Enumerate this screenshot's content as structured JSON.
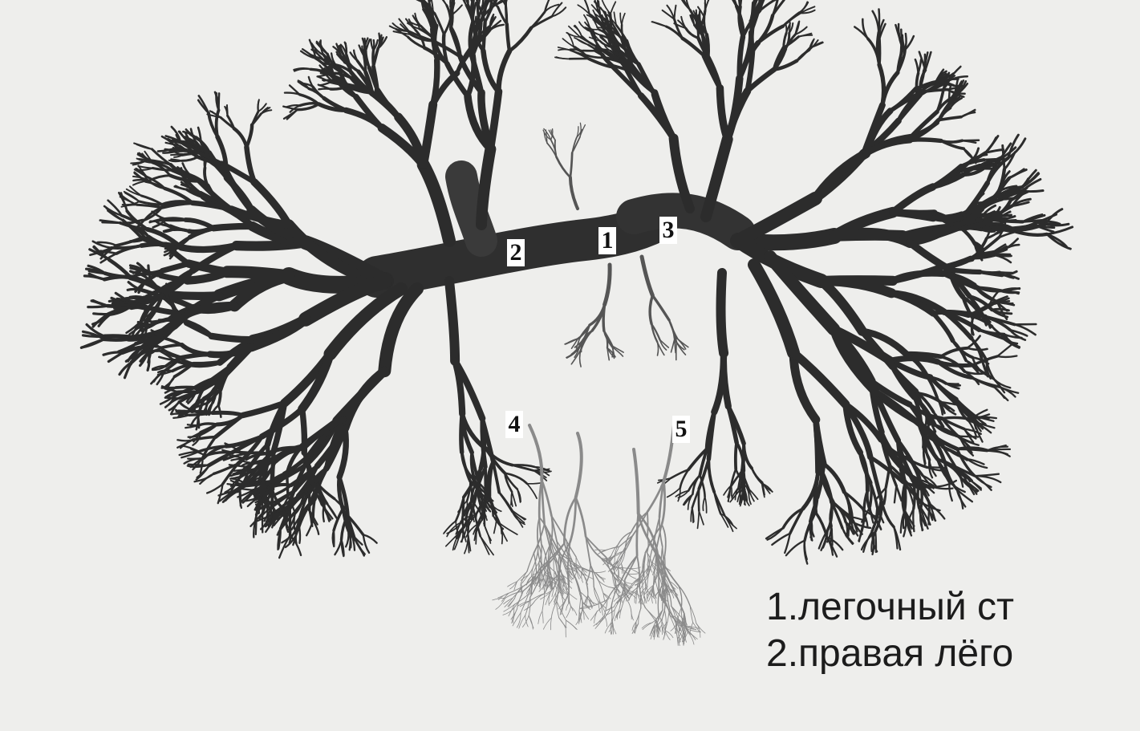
{
  "image": {
    "background": "#eeeeec",
    "vessel_color": "#2a2a2a",
    "markers": [
      {
        "id": "1",
        "label": "1"
      },
      {
        "id": "2",
        "label": "2"
      },
      {
        "id": "3",
        "label": "3"
      },
      {
        "id": "4",
        "label": "4"
      },
      {
        "id": "5",
        "label": "5"
      }
    ]
  },
  "legend": {
    "items": [
      "1.легочный ст",
      "2.правая лёго"
    ]
  }
}
